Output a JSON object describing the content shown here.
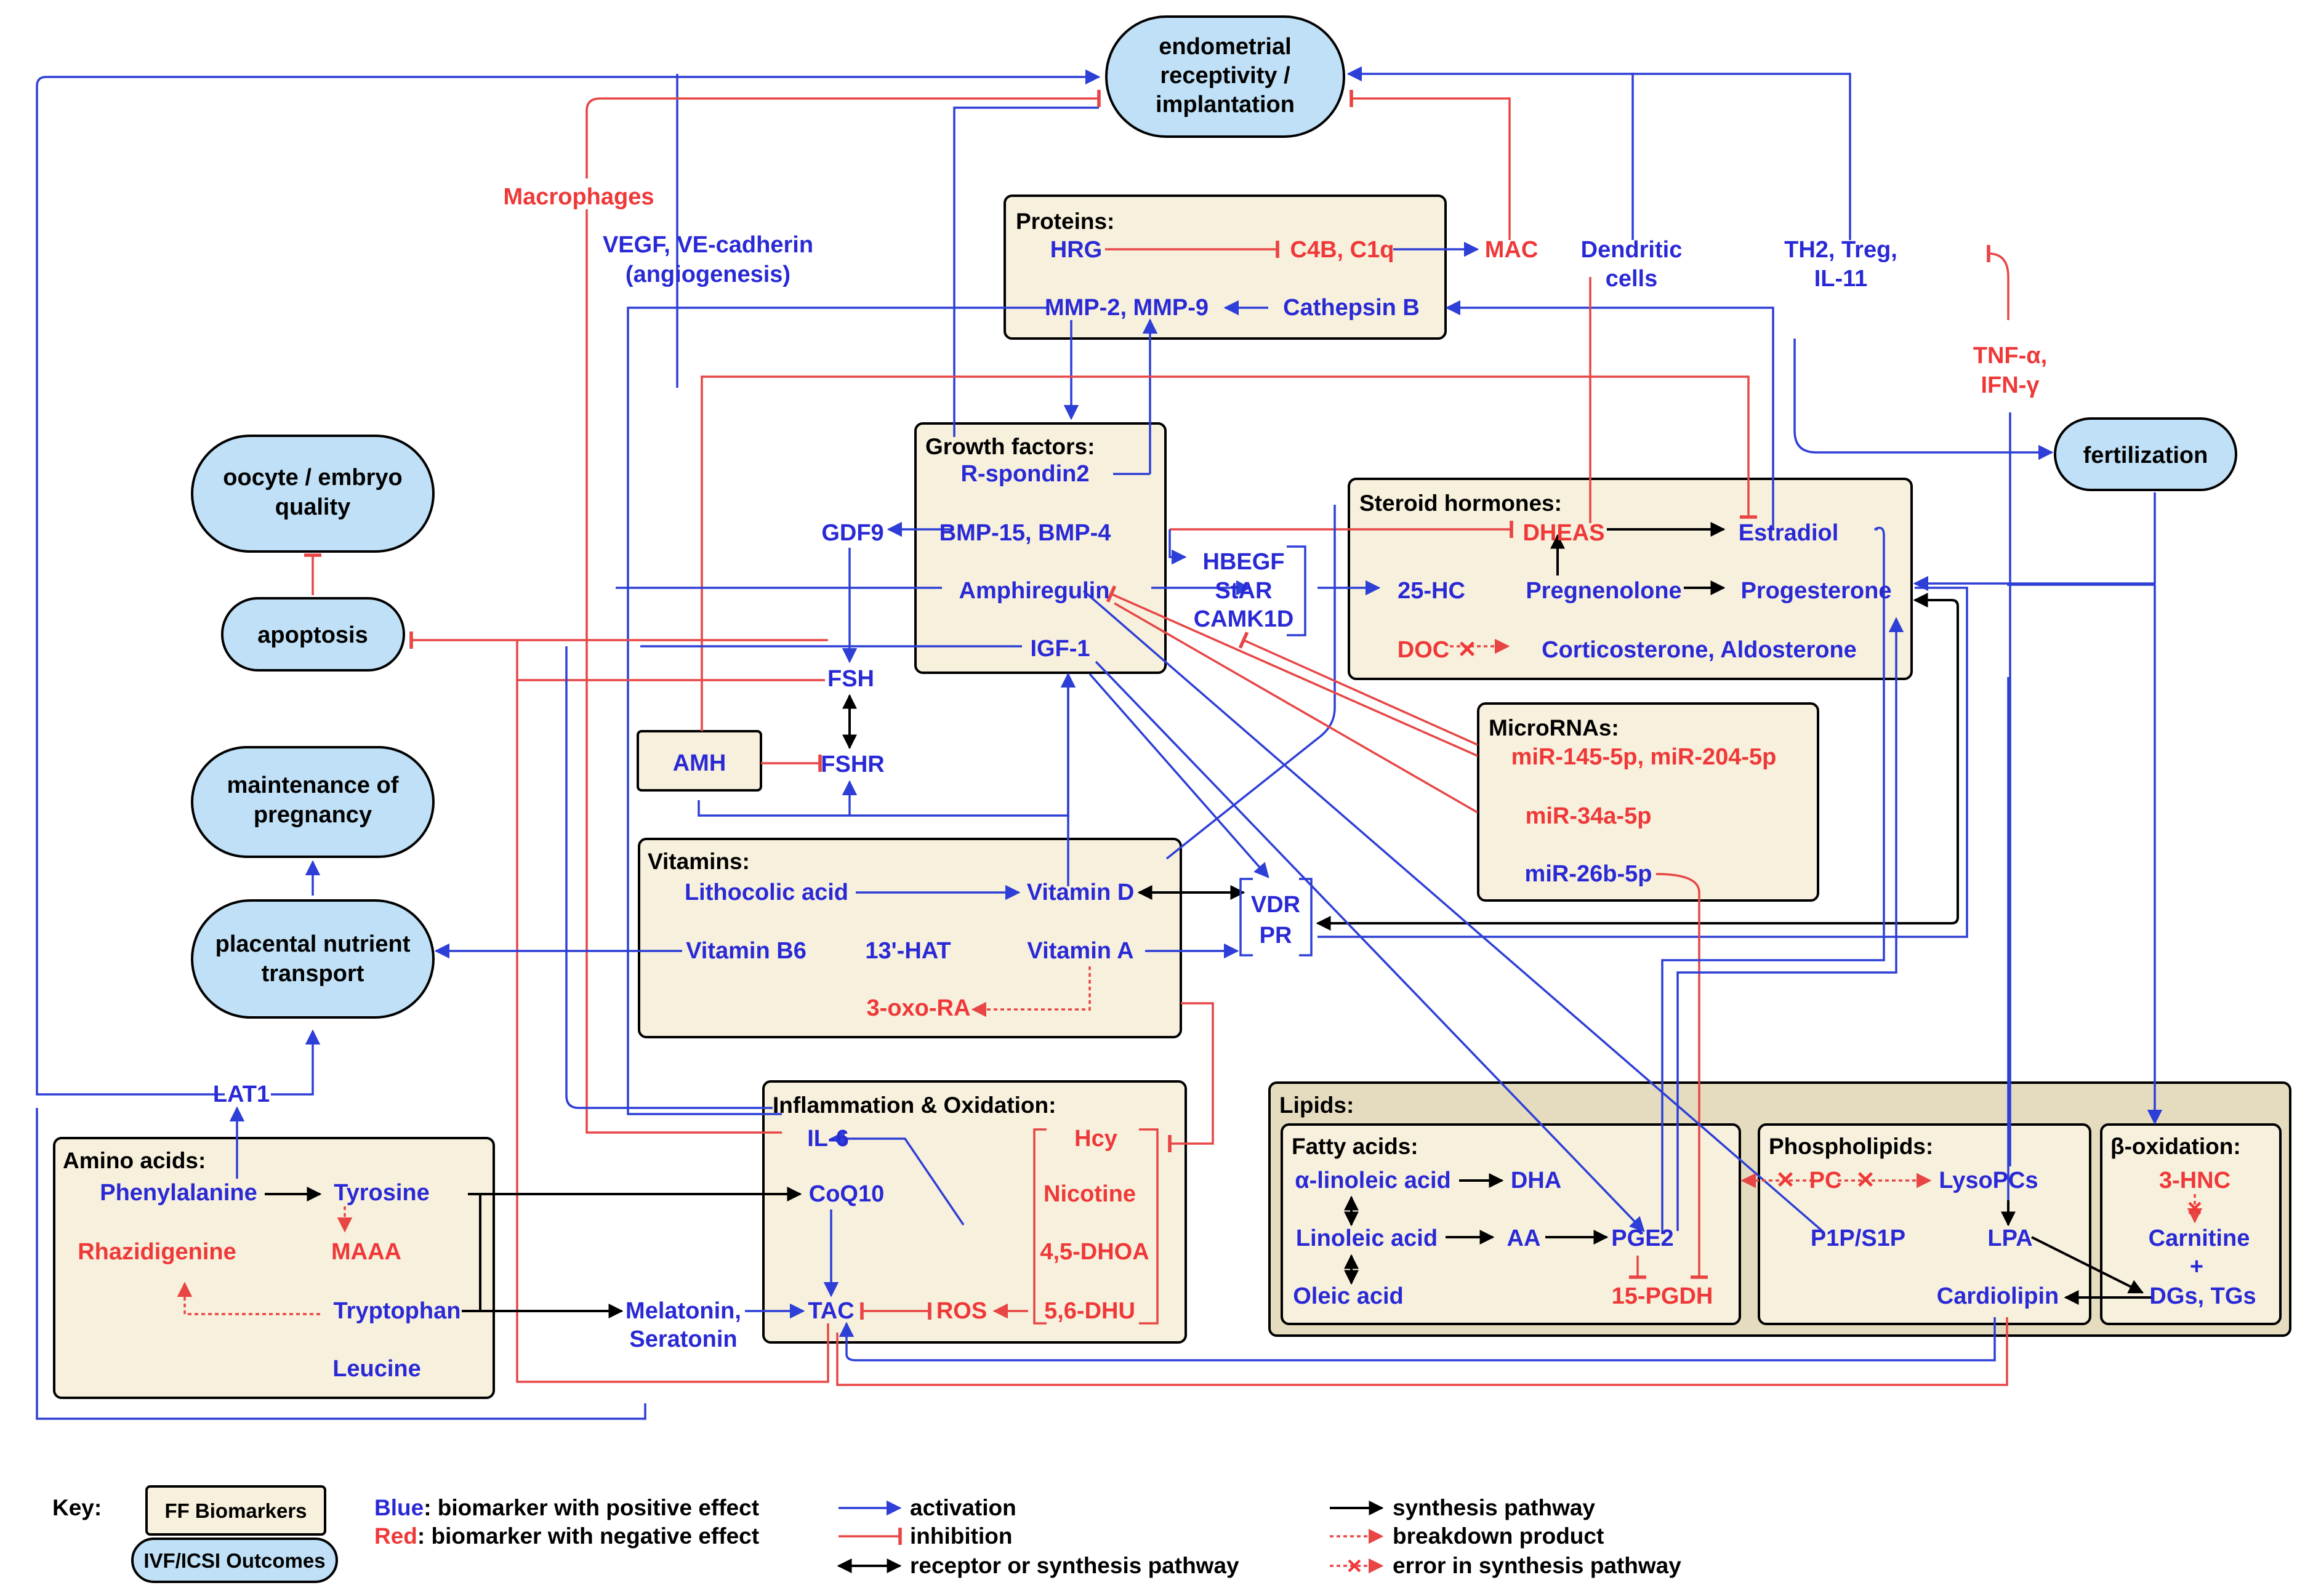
{
  "outcomes": {
    "endometrial": [
      "endometrial",
      "receptivity /",
      "implantation"
    ],
    "oocyte": [
      "oocyte / embryo",
      "quality"
    ],
    "apoptosis": "apoptosis",
    "maintenance": [
      "maintenance of",
      "pregnancy"
    ],
    "placental": [
      "placental nutrient",
      "transport"
    ],
    "fertilization": "fertilization"
  },
  "groups": {
    "proteins": "Proteins:",
    "growth_factors": "Growth factors:",
    "steroid_hormones": "Steroid hormones:",
    "micrornas": "MicroRNAs:",
    "vitamins": "Vitamins:",
    "inflammation": "Inflammation & Oxidation:",
    "amino_acids": "Amino acids:",
    "lipids": "Lipids:",
    "fatty_acids": "Fatty acids:",
    "phospholipids": "Phospholipids:",
    "beta_oxidation": "β-oxidation:"
  },
  "nodes": {
    "macrophages": "Macrophages",
    "vegf": "VEGF, VE-cadherin",
    "vegf_sub": "(angiogenesis)",
    "hrg": "HRG",
    "c4b": "C4B, C1q",
    "mac": "MAC",
    "mmp": "MMP-2, MMP-9",
    "cathepsin": "Cathepsin B",
    "dendritic": "Dendritic",
    "dendritic_2": "cells",
    "th2": "TH2, Treg,",
    "th2_2": "IL-11",
    "tnf": "TNF-α,",
    "tnf_2": "IFN-γ",
    "rspondin": "R-spondin2",
    "gdf9": "GDF9",
    "bmp": "BMP-15, BMP-4",
    "amphiregulin": "Amphiregulin",
    "igf1": "IGF-1",
    "hbegf": "HBEGF",
    "star": "StAR",
    "camk": "CAMK1D",
    "fsh": "FSH",
    "fshr": "FSHR",
    "amh": "AMH",
    "dheas": "DHEAS",
    "estradiol": "Estradiol",
    "hc25": "25-HC",
    "pregnenolone": "Pregnenolone",
    "progesterone": "Progesterone",
    "doc": "DOC",
    "cortico": "Corticosterone, Aldosterone",
    "mir145": "miR-145-5p, miR-204-5p",
    "mir34": "miR-34a-5p",
    "mir26": "miR-26b-5p",
    "lithocolic": "Lithocolic acid",
    "vitd": "Vitamin D",
    "vdr": "VDR",
    "pr": "PR",
    "vitb6": "Vitamin B6",
    "hat": "13'-HAT",
    "vita": "Vitamin A",
    "oxora": "3-oxo-RA",
    "lat1": "LAT1",
    "il6": "IL-6",
    "coq10": "CoQ10",
    "tac": "TAC",
    "ros": "ROS",
    "hcy": "Hcy",
    "nicotine": "Nicotine",
    "dhoa": "4,5-DHOA",
    "dhu": "5,6-DHU",
    "melatonin": "Melatonin,",
    "seratonin": "Seratonin",
    "phenylalanine": "Phenylalanine",
    "tyrosine": "Tyrosine",
    "rhazidigenine": "Rhazidigenine",
    "maaa": "MAAA",
    "tryptophan": "Tryptophan",
    "leucine": "Leucine",
    "alinolenic": "α-linoleic acid",
    "dha": "DHA",
    "linoleic": "Linoleic acid",
    "aa": "AA",
    "pge2": "PGE2",
    "oleic": "Oleic acid",
    "pgdh": "15-PGDH",
    "pc": "PC",
    "lysopcs": "LysoPCs",
    "lpa": "LPA",
    "p1p": "P1P/S1P",
    "cardiolipin": "Cardiolipin",
    "hnc": "3-HNC",
    "carnitine": "Carnitine",
    "plus": "+",
    "dgs": "DGs, TGs"
  },
  "key": {
    "title": "Key:",
    "ff_biomarkers": "FF Biomarkers",
    "ivf_outcomes": "IVF/ICSI Outcomes",
    "blue_word": "Blue",
    "blue_desc": ": biomarker with positive effect",
    "red_word": "Red",
    "red_desc": ": biomarker with negative effect",
    "activation": "activation",
    "inhibition": "inhibition",
    "receptor": "receptor or synthesis pathway",
    "synthesis": "synthesis pathway",
    "breakdown": "breakdown product",
    "error": "error in synthesis pathway"
  },
  "colors": {
    "positive": "#2929d6",
    "negative": "#ef3838",
    "biomarker_box": "#f7f0dc",
    "outcome_box": "#bfe0f6"
  }
}
